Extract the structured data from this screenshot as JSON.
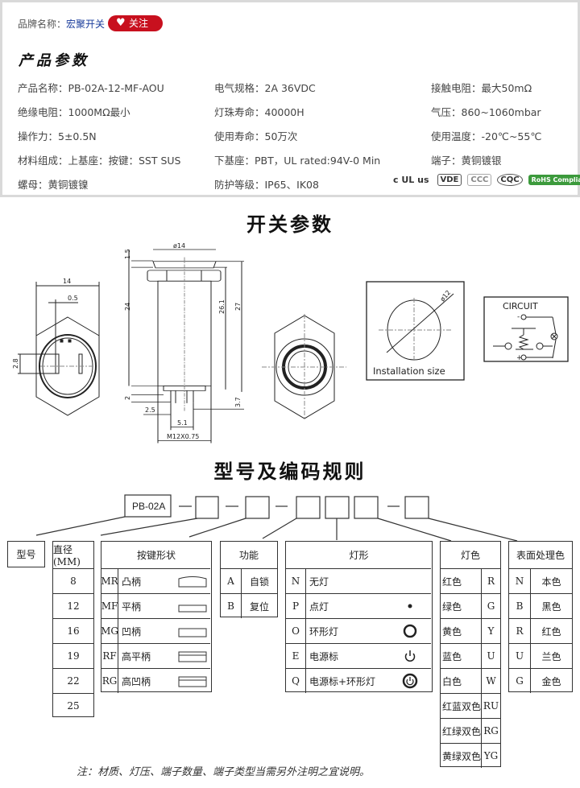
{
  "brand": {
    "label": "品牌名称：",
    "name": "宏聚开关",
    "follow": "关注"
  },
  "section_title": "产品参数",
  "params": [
    [
      "产品名称：PB-02A-12-MF-AOU",
      "电气规格：2A   36VDC",
      "接触电阻：最大50mΩ"
    ],
    [
      "绝缘电阻：1000MΩ最小",
      "灯珠寿命：40000H",
      "气压：860~1060mbar"
    ],
    [
      "操作力：5±0.5N",
      "使用寿命：50万次",
      "使用温度：-20℃~55℃"
    ],
    [
      "材料组成：上基座：按键：SST SUS",
      "下基座：PBT，UL rated:94V-0 Min",
      "端子：黄铜镀银"
    ],
    [
      "螺母：黄铜镀镍",
      "防护等级：IP65、IK08",
      ""
    ]
  ],
  "certs": [
    "c UL us",
    "VDE",
    "CCC",
    "CQC",
    "RoHS Compliant"
  ],
  "switch_title": "开关参数",
  "drawing": {
    "d14": "14",
    "d05": "0.5",
    "d28": "2.8",
    "dia14": "ø14",
    "d15": "1.5",
    "d24": "24",
    "d261": "26.1",
    "d27": "27",
    "d2": "2",
    "d37": "3.7",
    "d25": "2.5",
    "d51": "5.1",
    "thread": "M12X0.75",
    "dia12": "ø12",
    "install": "Installation size",
    "circuit": "CIRCUIT",
    "minus": "-",
    "plus": "+"
  },
  "code_title": "型号及编码规则",
  "code": {
    "prefix": "PB-02A"
  },
  "tables": {
    "model": "型号",
    "diameter": {
      "header": "直径(MM)",
      "rows": [
        "8",
        "12",
        "16",
        "19",
        "22",
        "25"
      ]
    },
    "shape": {
      "header": "按键形状",
      "rows": [
        [
          "MR",
          "凸柄"
        ],
        [
          "MF",
          "平柄"
        ],
        [
          "MG",
          "凹柄"
        ],
        [
          "RF",
          "高平柄"
        ],
        [
          "RG",
          "高凹柄"
        ]
      ]
    },
    "function": {
      "header": "功能",
      "rows": [
        [
          "A",
          "自锁"
        ],
        [
          "B",
          "复位"
        ]
      ]
    },
    "light": {
      "header": "灯形",
      "rows": [
        [
          "N",
          "无灯"
        ],
        [
          "P",
          "点灯"
        ],
        [
          "O",
          "环形灯"
        ],
        [
          "E",
          "电源标"
        ],
        [
          "Q",
          "电源标+环形灯"
        ]
      ]
    },
    "color": {
      "header": "灯色",
      "rows": [
        [
          "红色",
          "R"
        ],
        [
          "绿色",
          "G"
        ],
        [
          "黄色",
          "Y"
        ],
        [
          "蓝色",
          "U"
        ],
        [
          "白色",
          "W"
        ],
        [
          "红蓝双色",
          "RU"
        ],
        [
          "红绿双色",
          "RG"
        ],
        [
          "黄绿双色",
          "YG"
        ]
      ]
    },
    "finish": {
      "header": "表面处理色",
      "rows": [
        [
          "N",
          "本色"
        ],
        [
          "B",
          "黑色"
        ],
        [
          "R",
          "红色"
        ],
        [
          "U",
          "兰色"
        ],
        [
          "G",
          "金色"
        ]
      ]
    }
  },
  "note": "注：材质、灯压、端子数量、端子类型当需另外注明之宜说明。"
}
